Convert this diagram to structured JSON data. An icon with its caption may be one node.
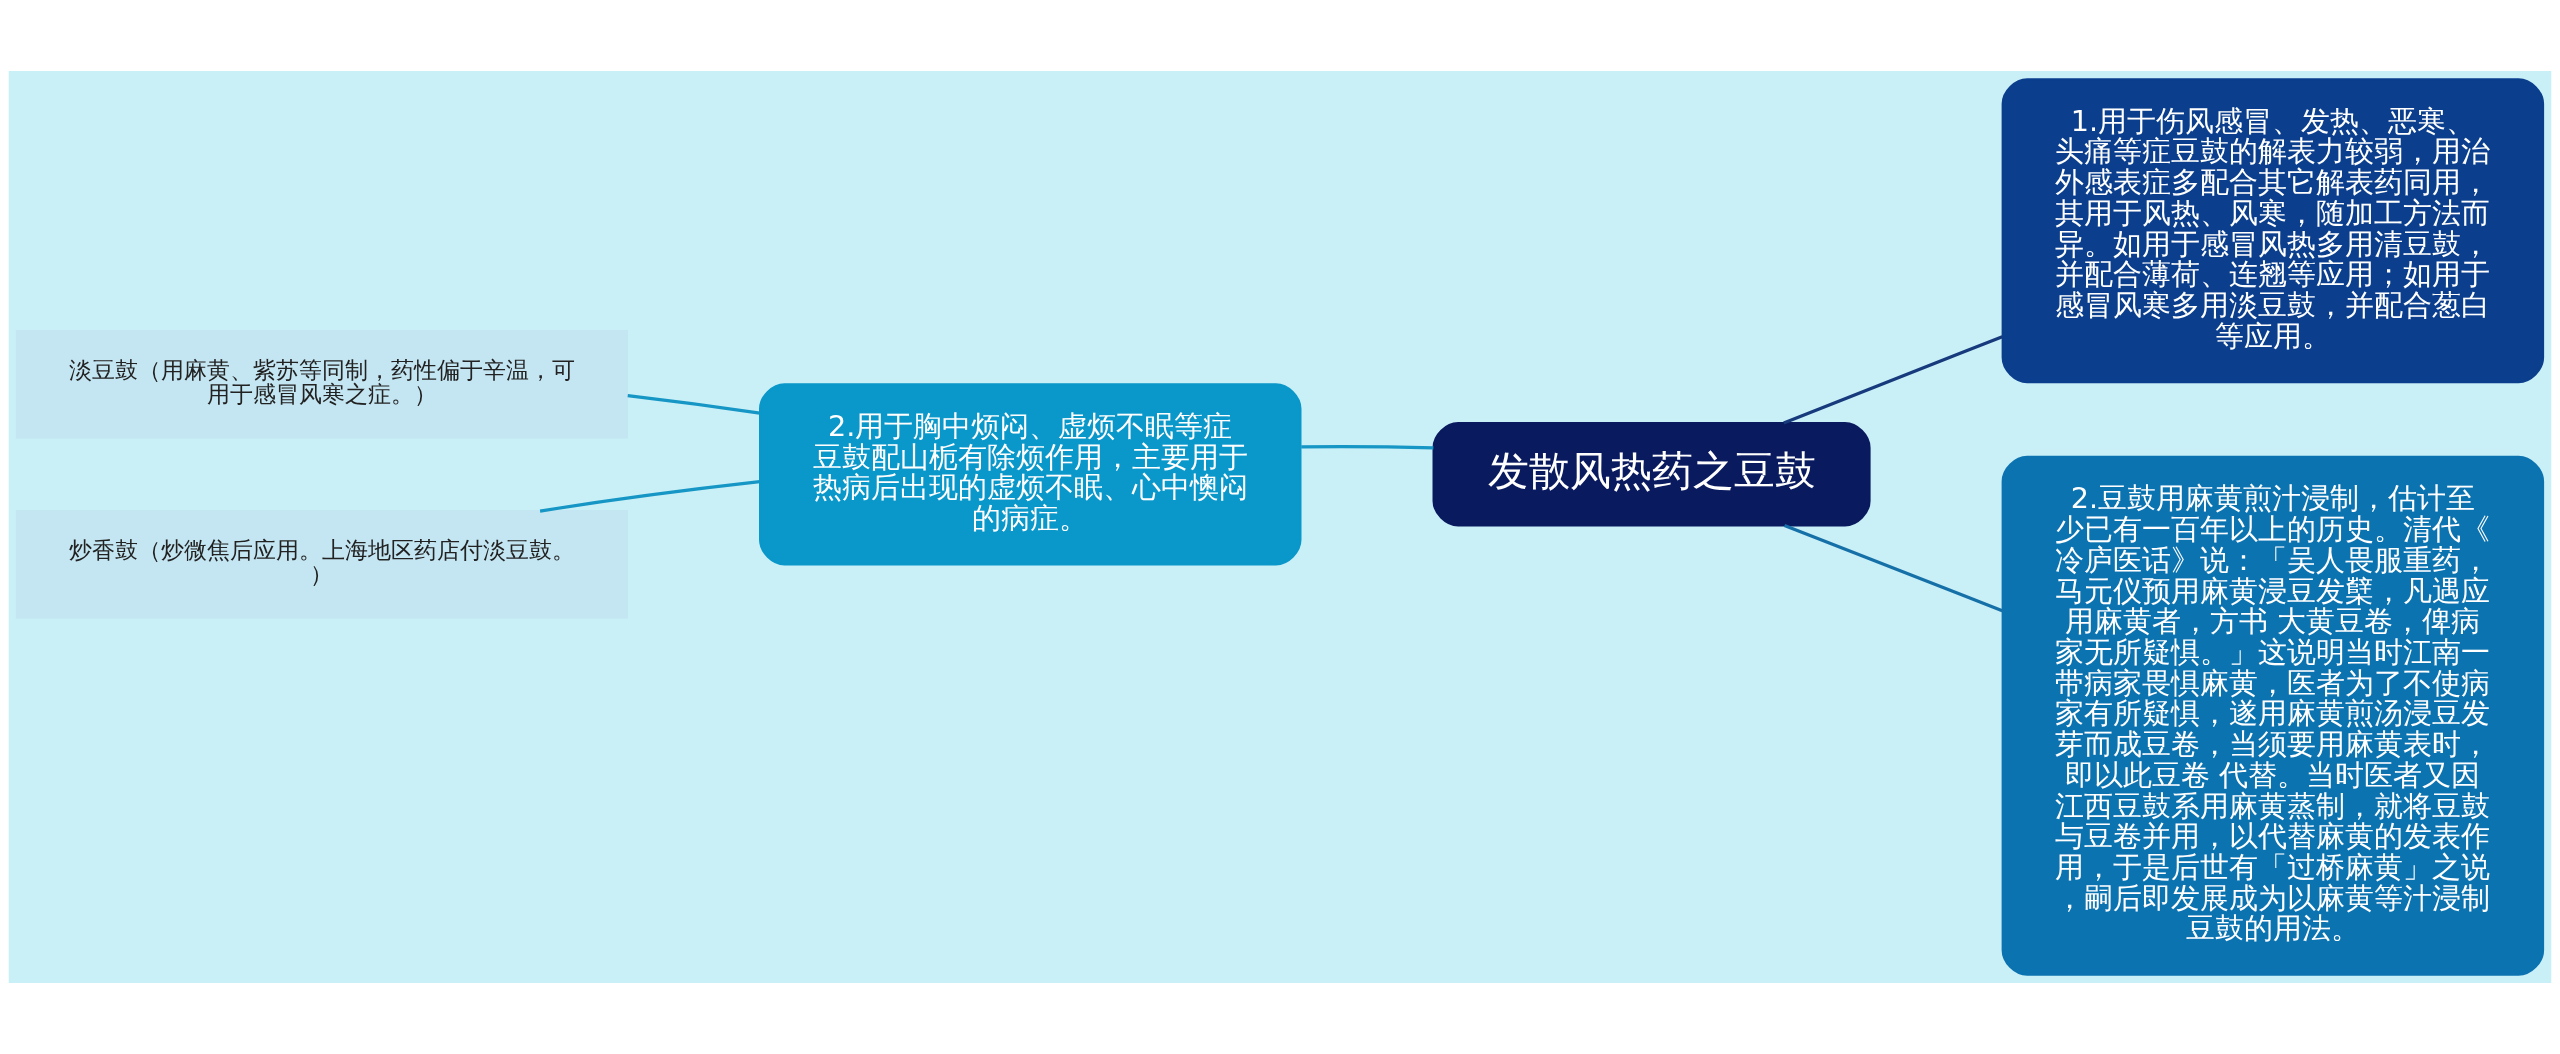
{
  "diagram": {
    "nodes": [
      {
        "text": [
          "发散风热药之豆鼓"
        ]
      },
      {
        "text": [
          "1.用于伤风感冒、发热、恶寒、头痛等症豆鼓的解表力较弱，用治外感表症多配合其它解表药同用，其用于风热、风寒，随加工方法而异。如用于感冒风热多用清豆鼓，并配合薄荷、连翘等应用；如用于感冒风寒多用淡豆鼓，并配合葱白等应用。"
        ]
      },
      {
        "text": [
          "2.豆鼓用麻黄煎汁浸制，估计至少已有一百年以上的历史。清代《冷庐医话》说：「吴人畏服重药，马元仪预用麻黄浸豆发櫱，凡遇应用麻黄者，方书 大黄豆卷，俾病家无所疑惧。」这说明当时江南一带病家畏惧麻黄，医者为了不使病家有所疑惧，遂用麻黄煎汤浸豆发芽而成豆卷，当须要用麻黄表时，即以此豆卷 代替。当时医者又因江西豆鼓系用麻黄蒸制，就将豆鼓与豆卷并用，以代替麻黄的发表作用，于是后世有「过桥麻黄」之说，嗣后即发展成为以麻黄等汁浸制豆鼓的用法。"
        ]
      },
      {
        "text": [
          "2.用于胸中烦闷、虚烦不眠等症豆鼓配山栀有除烦作用，主要用于热病后出现的虚烦不眠、心中懊闷的病症。"
        ]
      },
      {
        "text": [
          "淡豆鼓（用麻黄、紫苏等同制，药性偏于辛温，可用于感冒风寒之症。）"
        ]
      },
      {
        "text": [
          "炒香鼓（炒微焦后应用。上海地区药店付淡豆鼓。）"
        ]
      }
    ],
    "edges": [
      {
        "from": 0,
        "to": 1,
        "arrow": "none",
        "color": "#173a7c"
      },
      {
        "from": 0,
        "to": 2,
        "arrow": "none",
        "color": "#1670a8"
      },
      {
        "from": 0,
        "to": 3,
        "arrow": "none"
      },
      {
        "from": 3,
        "to": 4,
        "arrow": "none"
      },
      {
        "from": 3,
        "to": 5,
        "arrow": "none"
      }
    ]
  }
}
